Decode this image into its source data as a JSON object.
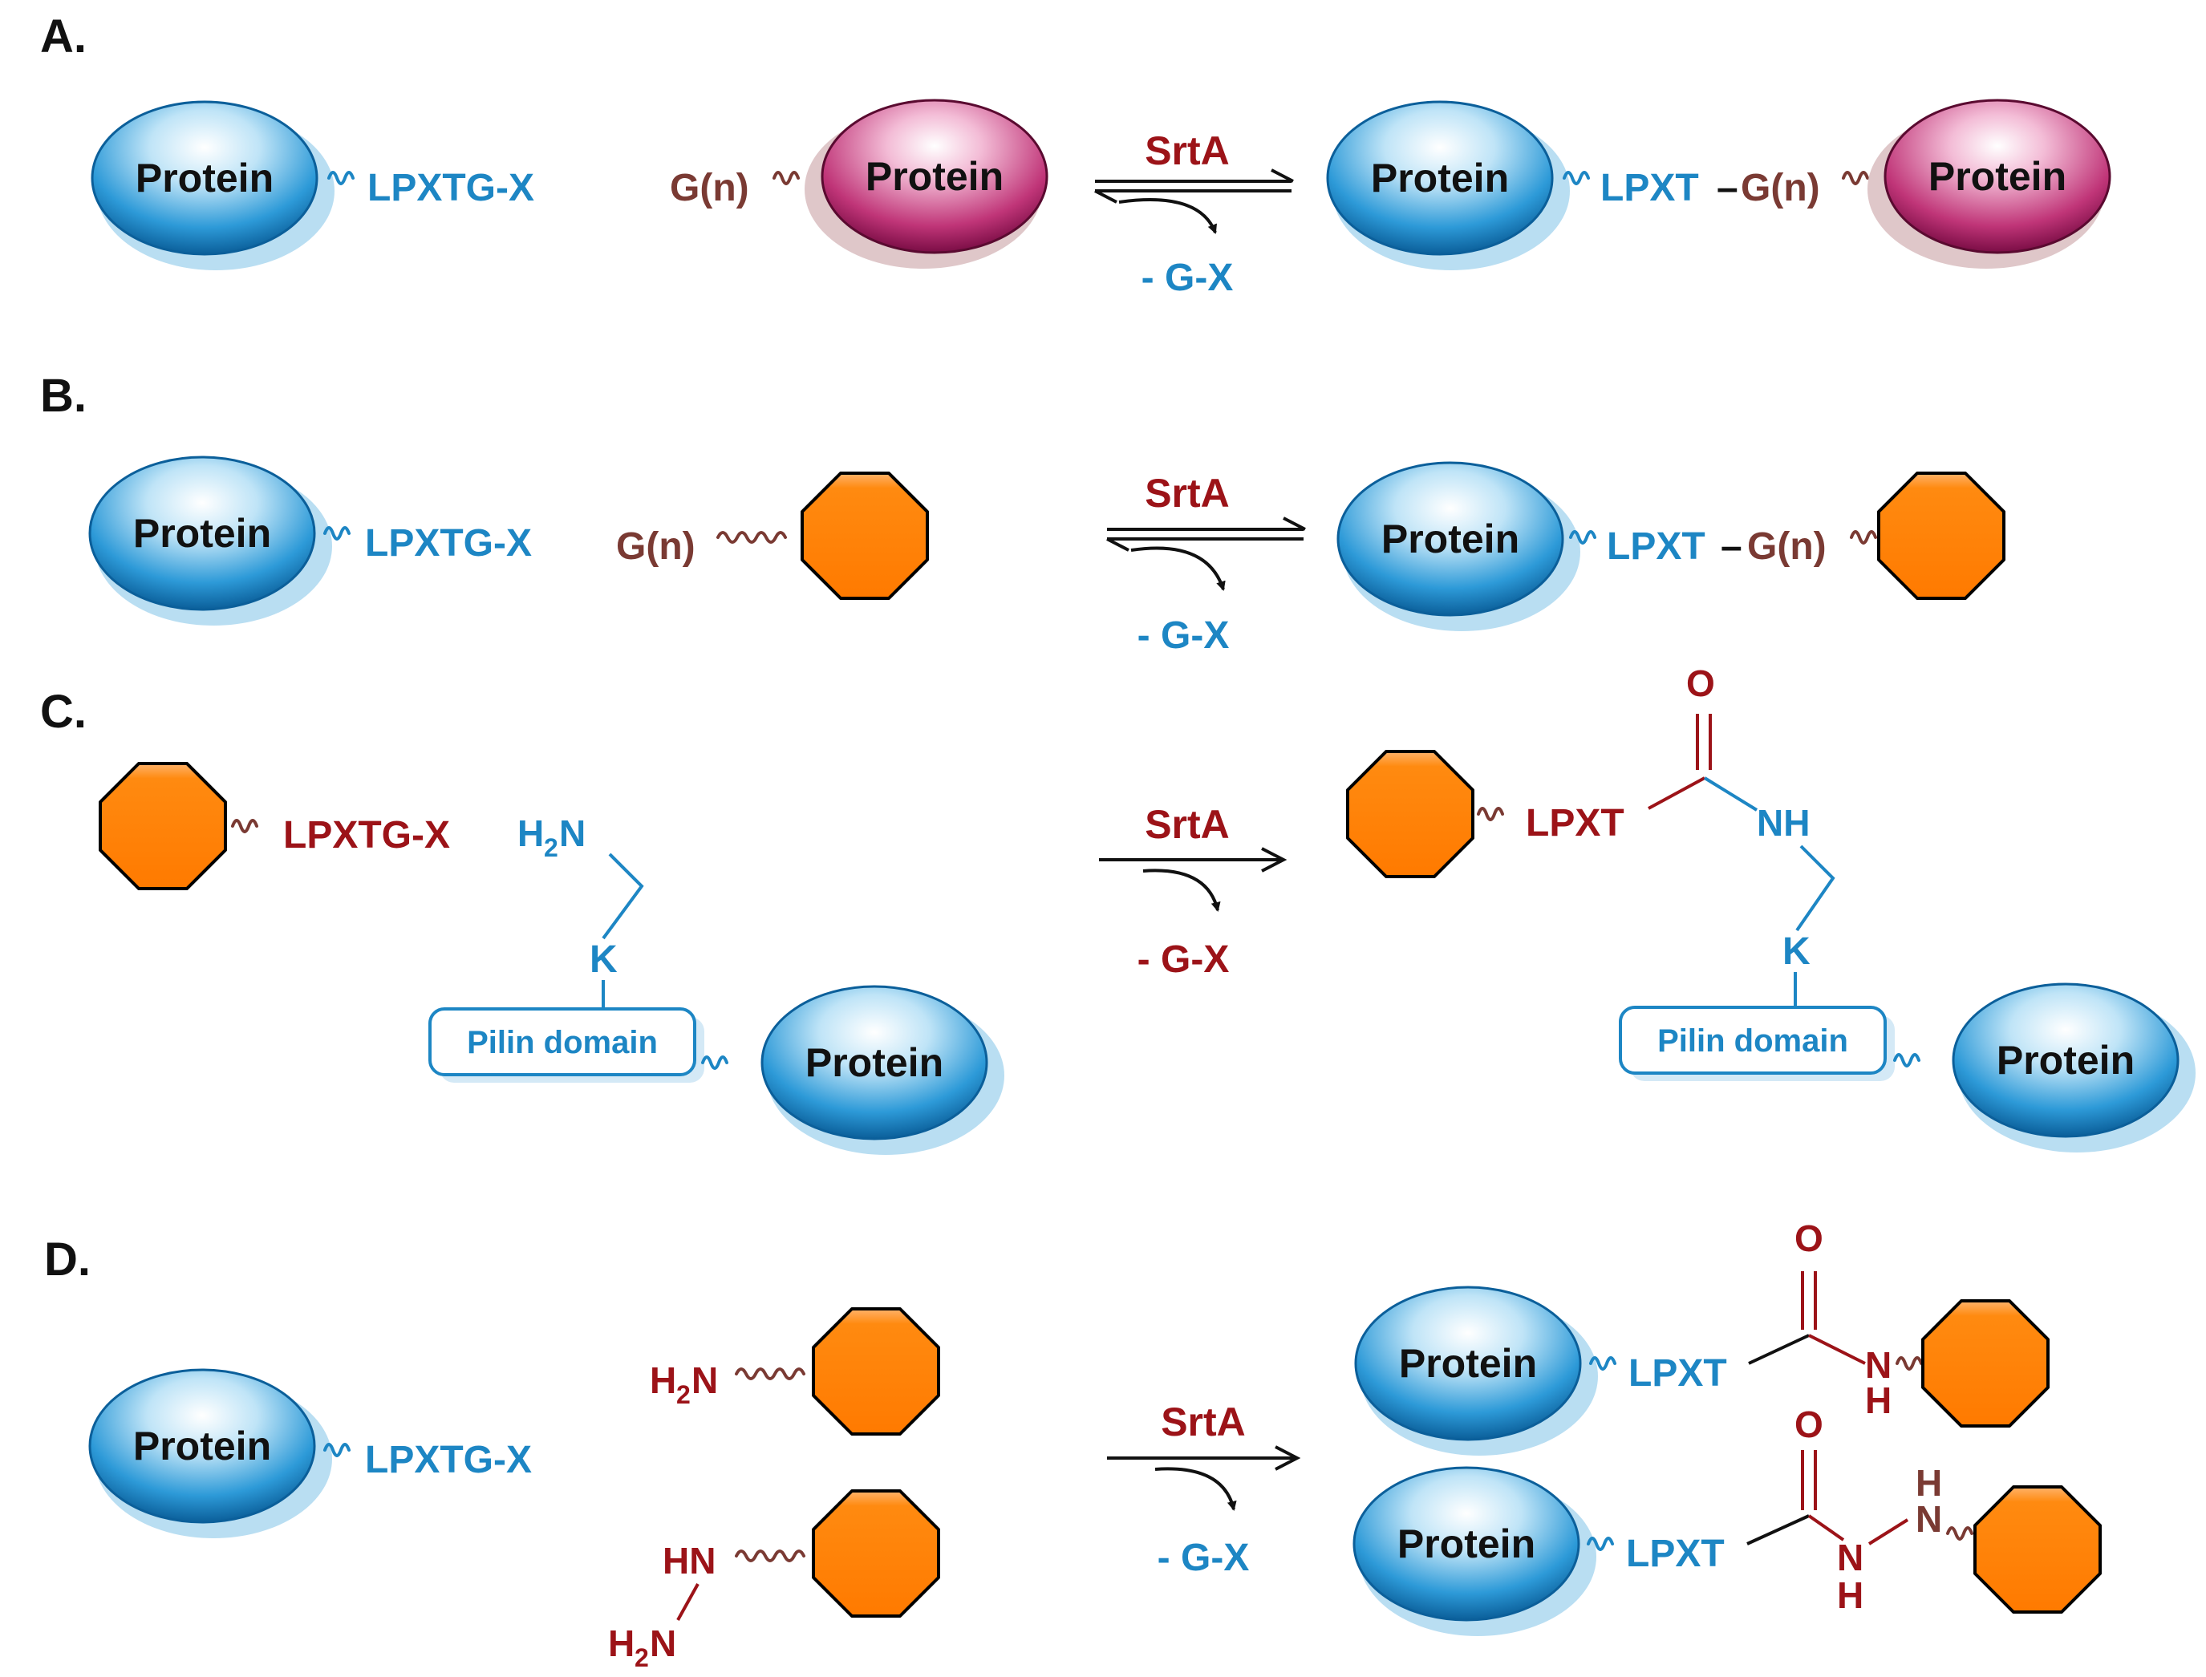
{
  "panels": [
    {
      "label": "A."
    },
    {
      "label": "B."
    },
    {
      "label": "C."
    },
    {
      "label": "D."
    }
  ],
  "labels": {
    "protein": "Protein",
    "lpxtg_x": "LPXTG-X",
    "lpxt": "LPXT",
    "gn": "G(n)",
    "srta": "SrtA",
    "minus_gx": "- G-X",
    "dash": "–",
    "pilin": "Pilin domain",
    "k": "K",
    "h2n_main": "H",
    "h2n_sub": "2",
    "h2n_n": "N",
    "nh": "NH",
    "o": "O",
    "n": "N",
    "h": "H",
    "hn": "HN"
  },
  "colors": {
    "blue_text": "#1d86c4",
    "dark_red_text": "#9c1318",
    "brown_text": "#7a3a33",
    "blue_protein": "#1e8fd0",
    "magenta_protein": "#b5206b",
    "octagon_fill": "#ff8000"
  },
  "icons": [
    "blue-protein-ellipse",
    "magenta-protein-ellipse",
    "orange-octagon",
    "reaction-arrow",
    "equilibrium-arrow"
  ]
}
